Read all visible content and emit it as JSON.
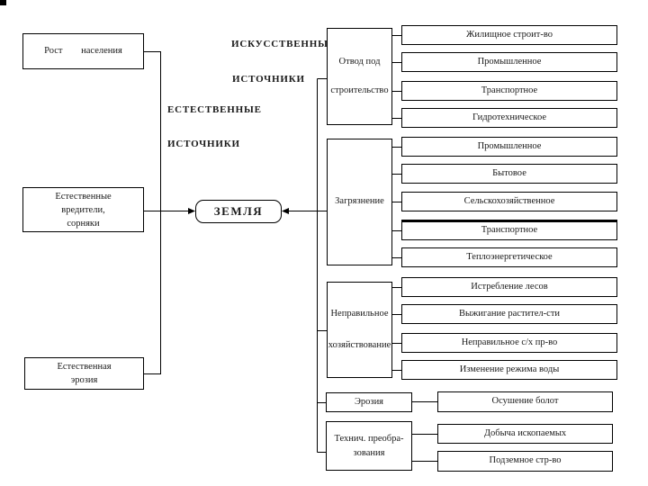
{
  "diagram": {
    "center_node": "ЗЕМЛЯ",
    "labels": {
      "artificial_1": "ИСКУССТВЕННЫЕ",
      "artificial_2": "ИСТОЧНИКИ",
      "natural_1": "ЕСТЕСТВЕННЫЕ",
      "natural_2": "ИСТОЧНИКИ"
    },
    "natural_sources": {
      "population_growth": "Рост населения",
      "pests_1": "Естественные",
      "pests_2": "вредители,",
      "pests_3": "сорняки",
      "erosion_1": "Естественная",
      "erosion_2": "эрозия"
    },
    "artificial_sources": {
      "construction": {
        "line1": "Отвод под",
        "line2": "строительство",
        "items": [
          "Жилищное строит-во",
          "Промышленное",
          "Транспортное",
          "Гидротехническое"
        ]
      },
      "pollution": {
        "line1": "Загрязнение",
        "items": [
          "Промышленное",
          "Бытовое",
          "Сельскохозяйственное",
          "Транспортное",
          "Теплоэнергетическое"
        ]
      },
      "mismanagement": {
        "line1": "Неправильное",
        "line2": "хозяйствование",
        "items": [
          "Истребление лесов",
          "Выжигание растител-сти",
          "Неправильное с/х пр-во",
          "Изменение режима воды"
        ]
      },
      "erosion": {
        "line1": "Эрозия",
        "items": [
          "Осушение болот"
        ]
      },
      "transformation": {
        "line1": "Технич. преобра-",
        "line2": "зования",
        "items": [
          "Добыча ископаемых",
          "Подземное стр-во"
        ]
      }
    },
    "colors": {
      "line": "#000000",
      "background": "#ffffff",
      "text": "#1a1a1a"
    }
  }
}
